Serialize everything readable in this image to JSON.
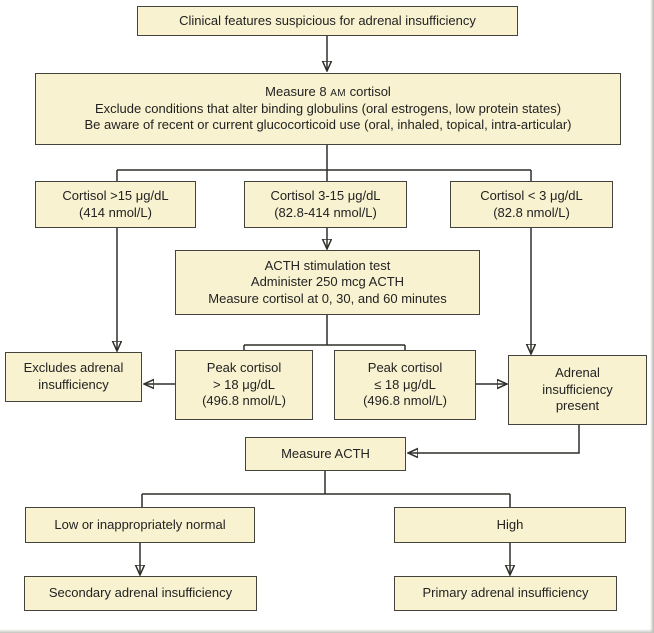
{
  "colors": {
    "box_fill": "#f8f2d0",
    "box_border": "#44443c",
    "connector": "#2f2f2a",
    "text": "#222222",
    "background": "#ffffff"
  },
  "boxes": {
    "clinical_features": {
      "text": "Clinical features suspicious for adrenal insufficiency"
    },
    "measure_cortisol": {
      "line1_pre": "Measure 8",
      "line1_caps": "AM",
      "line1_post": "cortisol",
      "line2": "Exclude conditions that alter binding globulins (oral estrogens, low protein states)",
      "line3": "Be aware of recent or current glucocorticoid use (oral, inhaled, topical, intra-articular)"
    },
    "cortisol_high": {
      "line1": "Cortisol >15 μg/dL",
      "line2": "(414 nmol/L)"
    },
    "cortisol_mid": {
      "line1": "Cortisol 3-15 μg/dL",
      "line2": "(82.8-414 nmol/L)"
    },
    "cortisol_low": {
      "line1": "Cortisol < 3 μg/dL",
      "line2": "(82.8 nmol/L)"
    },
    "acth_stimulation": {
      "line1": "ACTH stimulation test",
      "line2": "Administer 250 mcg ACTH",
      "line3": "Measure cortisol at 0, 30, and 60 minutes"
    },
    "excludes_ai": {
      "line1": "Excludes adrenal",
      "line2": "insufficiency"
    },
    "peak_above": {
      "line1": "Peak cortisol",
      "line2": "> 18 μg/dL",
      "line3": "(496.8 nmol/L)"
    },
    "peak_below": {
      "line1": "Peak cortisol",
      "line2": "≤ 18 μg/dL",
      "line3": "(496.8 nmol/L)"
    },
    "ai_present": {
      "line1": "Adrenal",
      "line2": "insufficiency",
      "line3": "present"
    },
    "measure_acth": {
      "text": "Measure ACTH"
    },
    "acth_low_normal": {
      "text": "Low or inappropriately normal"
    },
    "acth_high": {
      "text": "High"
    },
    "secondary_ai": {
      "text": "Secondary adrenal insufficiency"
    },
    "primary_ai": {
      "text": "Primary adrenal insufficiency"
    }
  }
}
